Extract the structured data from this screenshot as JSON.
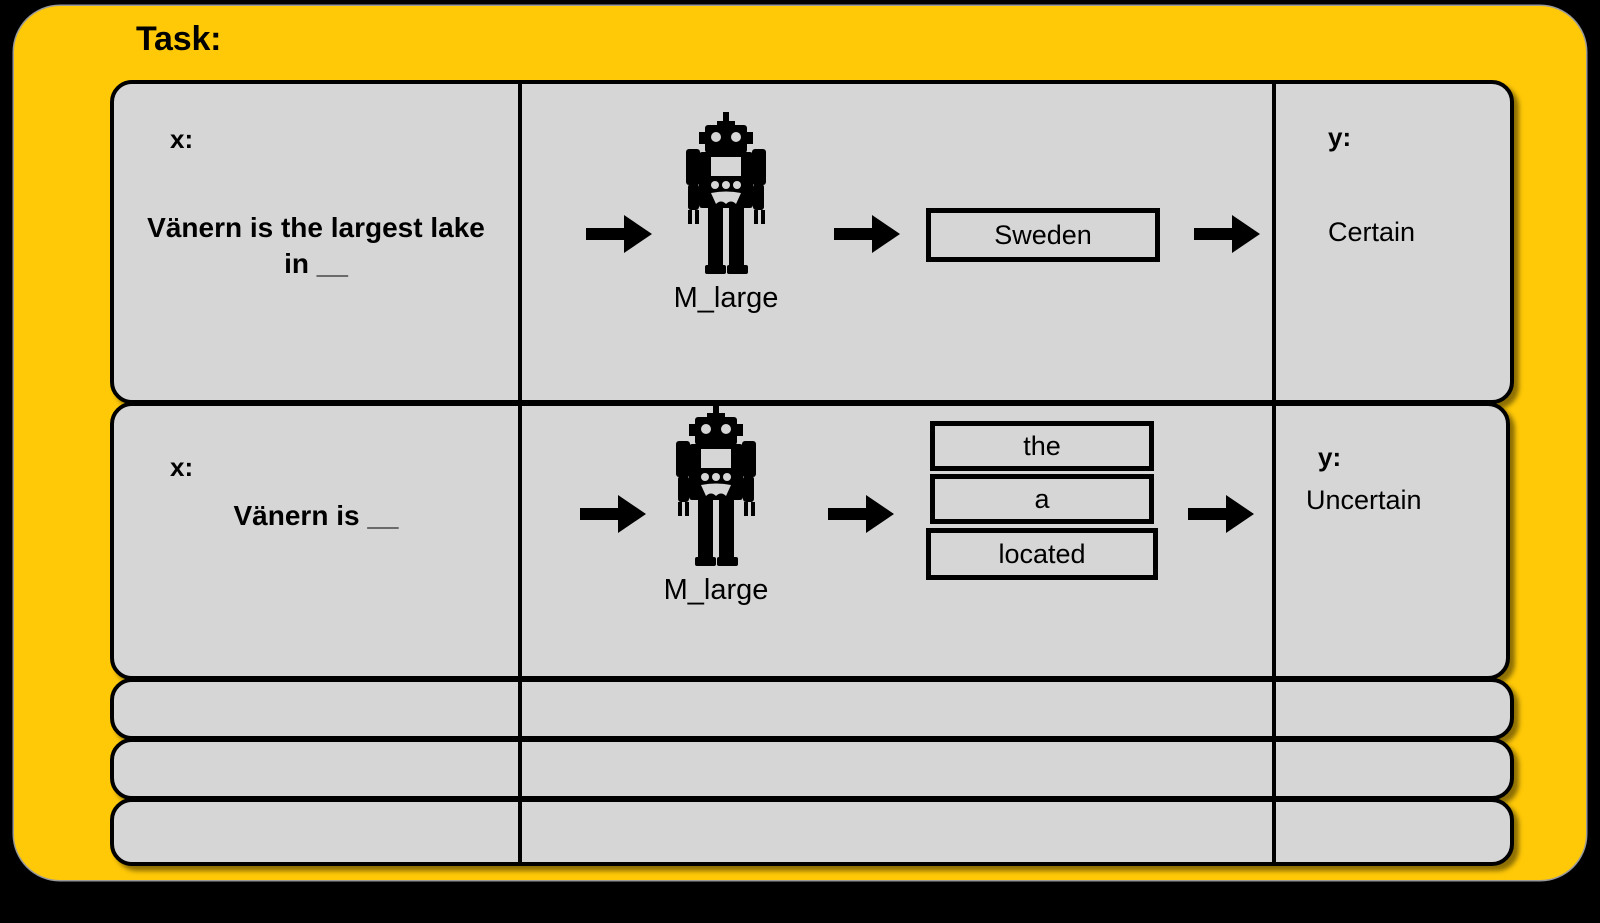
{
  "panel": {
    "title": "Task:",
    "accent_color": "#FFC907",
    "cell_color": "#D6D6D6",
    "border_color": "#000000",
    "background_color": "#000000"
  },
  "rows": [
    {
      "id": "row-certain",
      "x_label": "x:",
      "x_value": "Vänern is the largest lake in __",
      "model_name": "M_large",
      "model_icon": "robot-icon",
      "input_arrow_icon": "arrow-right-icon",
      "output_arrow_icon": "arrow-right-icon",
      "final_arrow_icon": "arrow-right-icon",
      "predictions": [
        "Sweden"
      ],
      "y_label": "y:",
      "y_value": "Certain"
    },
    {
      "id": "row-uncertain",
      "x_label": "x:",
      "x_value": "Vänern is __",
      "model_name": "M_large",
      "model_icon": "robot-icon",
      "input_arrow_icon": "arrow-right-icon",
      "output_arrow_icon": "arrow-right-icon",
      "final_arrow_icon": "arrow-right-icon",
      "predictions": [
        "the",
        "a",
        "located"
      ],
      "y_label": "y:",
      "y_value": "Uncertain"
    },
    {
      "id": "row-empty-1",
      "x_label": "",
      "x_value": "",
      "y_label": "",
      "y_value": ""
    },
    {
      "id": "row-empty-2",
      "x_label": "",
      "x_value": "",
      "y_label": "",
      "y_value": ""
    },
    {
      "id": "row-empty-3",
      "x_label": "",
      "x_value": "",
      "y_label": "",
      "y_value": ""
    }
  ]
}
